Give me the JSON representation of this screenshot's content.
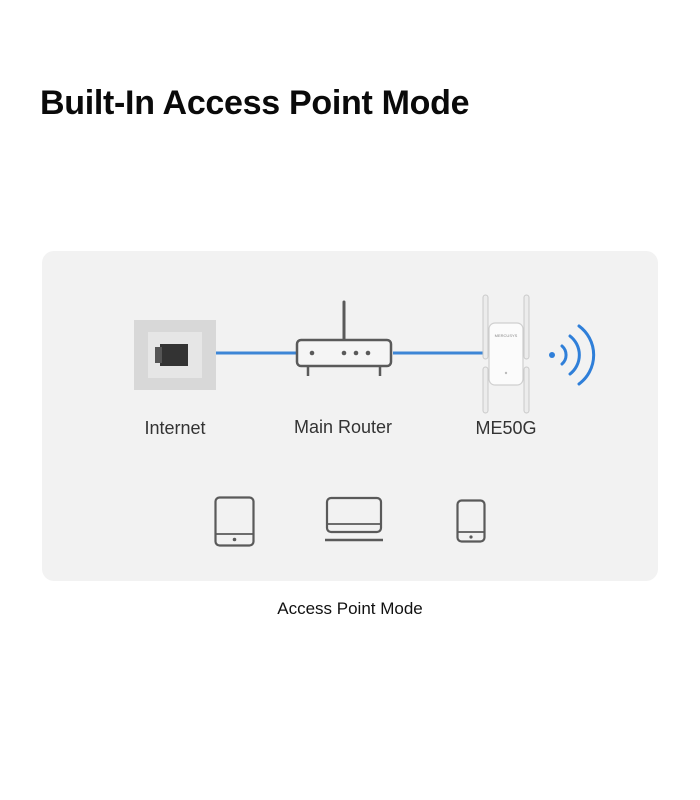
{
  "title": "Built-In Access Point Mode",
  "nodes": {
    "internet": {
      "label": "Internet"
    },
    "router": {
      "label": "Main Router"
    },
    "extender": {
      "label": "ME50G",
      "device_badge": "MERCUSYS"
    }
  },
  "caption": "Access Point Mode",
  "colors": {
    "cable": "#3d86d6",
    "wifi": "#2f7fd9",
    "panel": "#f2f2f2",
    "device_outline": "#5a5a5a"
  },
  "clients": [
    "tablet-icon",
    "laptop-icon",
    "phone-icon"
  ]
}
